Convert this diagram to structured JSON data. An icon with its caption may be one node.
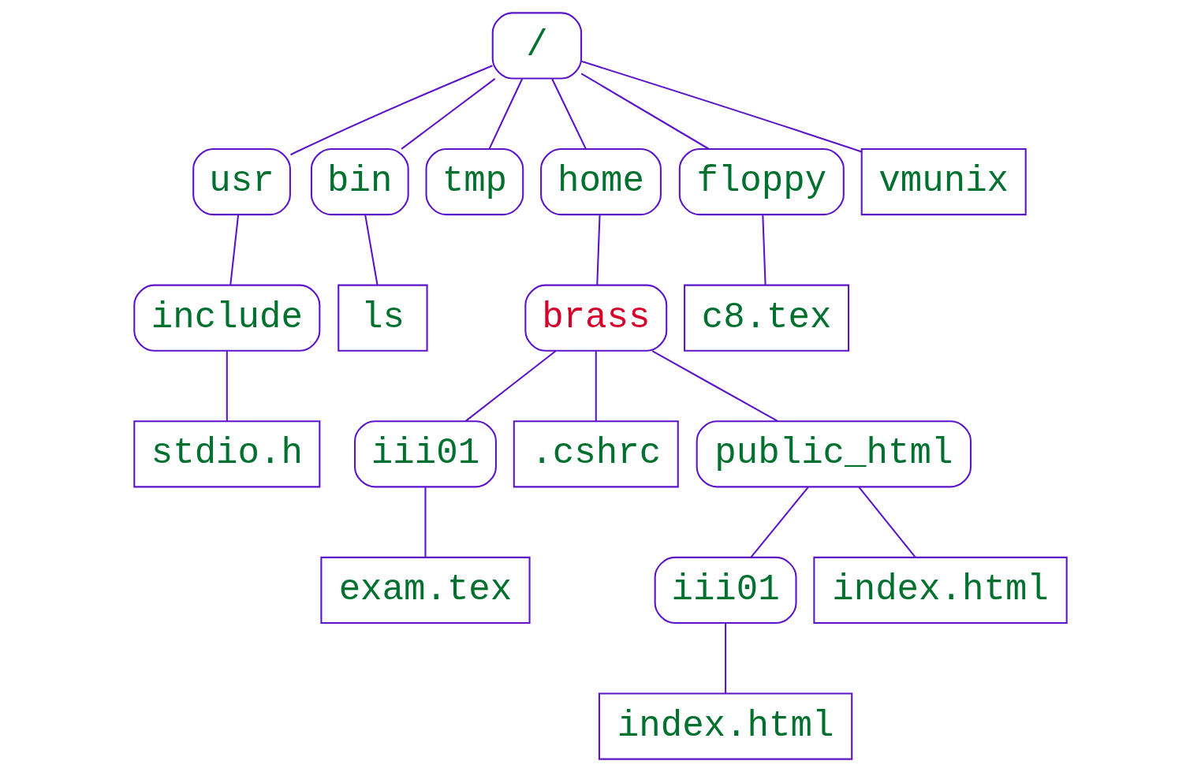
{
  "diagram": {
    "nodes": [
      {
        "text": [
          "/"
        ]
      },
      {
        "text": [
          "usr"
        ]
      },
      {
        "text": [
          "bin"
        ]
      },
      {
        "text": [
          "tmp"
        ]
      },
      {
        "text": [
          "home"
        ]
      },
      {
        "text": [
          "floppy"
        ]
      },
      {
        "text": [
          "vmunix"
        ]
      },
      {
        "text": [
          "include"
        ]
      },
      {
        "text": [
          "ls"
        ]
      },
      {
        "text": [
          "brass"
        ]
      },
      {
        "text": [
          "c8.tex"
        ]
      },
      {
        "text": [
          "stdio.h"
        ]
      },
      {
        "text": [
          "iii01"
        ]
      },
      {
        "text": [
          ".cshrc"
        ]
      },
      {
        "text": [
          "public_html"
        ]
      },
      {
        "text": [
          "exam.tex"
        ]
      },
      {
        "text": [
          "iii01"
        ]
      },
      {
        "text": [
          "index.html"
        ]
      },
      {
        "text": [
          "index.html"
        ]
      }
    ],
    "edges": [
      {
        "from": 0,
        "to": 1,
        "arrow": "none"
      },
      {
        "from": 0,
        "to": 2,
        "arrow": "none"
      },
      {
        "from": 0,
        "to": 3,
        "arrow": "none"
      },
      {
        "from": 0,
        "to": 4,
        "arrow": "none"
      },
      {
        "from": 0,
        "to": 5,
        "arrow": "none"
      },
      {
        "from": 0,
        "to": 6,
        "arrow": "none"
      },
      {
        "from": 1,
        "to": 7,
        "arrow": "none"
      },
      {
        "from": 2,
        "to": 8,
        "arrow": "none"
      },
      {
        "from": 4,
        "to": 9,
        "arrow": "none"
      },
      {
        "from": 5,
        "to": 10,
        "arrow": "none"
      },
      {
        "from": 7,
        "to": 11,
        "arrow": "none"
      },
      {
        "from": 9,
        "to": 12,
        "arrow": "none"
      },
      {
        "from": 9,
        "to": 13,
        "arrow": "none"
      },
      {
        "from": 9,
        "to": 14,
        "arrow": "none"
      },
      {
        "from": 12,
        "to": 15,
        "arrow": "none"
      },
      {
        "from": 14,
        "to": 16,
        "arrow": "none"
      },
      {
        "from": 14,
        "to": 17,
        "arrow": "none"
      },
      {
        "from": 16,
        "to": 18,
        "arrow": "none"
      }
    ]
  }
}
